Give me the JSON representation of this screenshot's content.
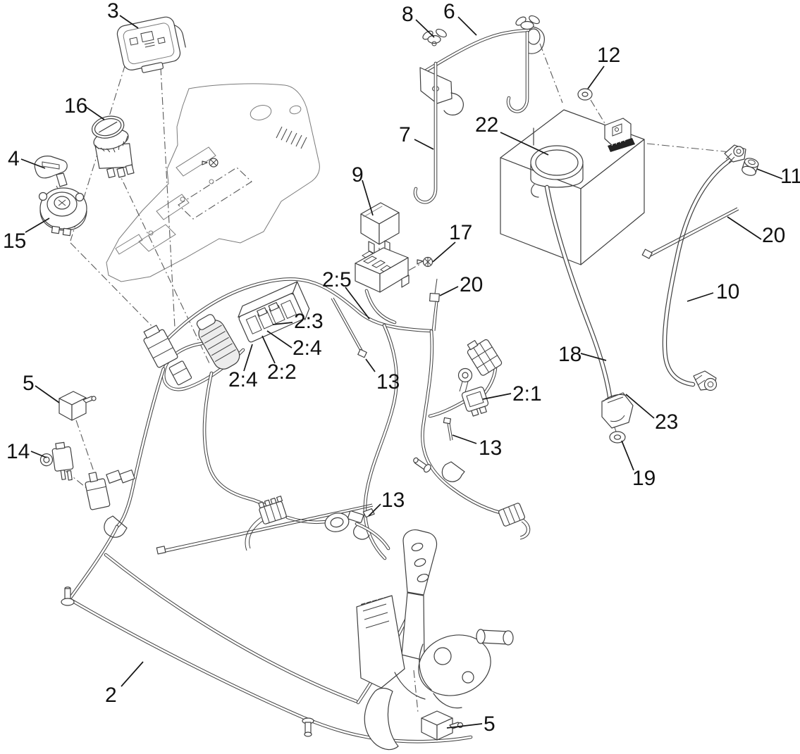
{
  "diagram": {
    "figure_type": "exploded-parts-diagram",
    "subject": "Electrical system: wire harness, battery and switches",
    "colors": {
      "background": "#ffffff",
      "line": "#3f3f3f",
      "label": "#111111"
    },
    "callouts": [
      {
        "ref": "3",
        "part": "control-module"
      },
      {
        "ref": "8",
        "part": "wing-nut"
      },
      {
        "ref": "6",
        "part": "battery-hold-down-bracket"
      },
      {
        "ref": "12",
        "part": "washer"
      },
      {
        "ref": "16",
        "part": "ignition-switch"
      },
      {
        "ref": "4",
        "part": "key"
      },
      {
        "ref": "22",
        "part": "battery-terminal-cover"
      },
      {
        "ref": "7",
        "part": "j-bolt-rod"
      },
      {
        "ref": "11",
        "part": "terminal-bolt"
      },
      {
        "ref": "15",
        "part": "pto-switch"
      },
      {
        "ref": "9",
        "part": "relay"
      },
      {
        "ref": "17",
        "part": "screw"
      },
      {
        "ref": "20",
        "part": "cable-tie-right"
      },
      {
        "ref": "2:5",
        "part": "harness-branch-connector"
      },
      {
        "ref": "20",
        "part": "cable-tie-middle"
      },
      {
        "ref": "10",
        "part": "battery-cable"
      },
      {
        "ref": "2:3",
        "part": "fuse"
      },
      {
        "ref": "2:4",
        "part": "fuse"
      },
      {
        "ref": "18",
        "part": "battery-cable-positive"
      },
      {
        "ref": "2:2",
        "part": "fuse"
      },
      {
        "ref": "2:4",
        "part": "fuse"
      },
      {
        "ref": "5",
        "part": "interlock-switch-left"
      },
      {
        "ref": "13",
        "part": "cable-tie-upper"
      },
      {
        "ref": "2:1",
        "part": "harness-connector"
      },
      {
        "ref": "23",
        "part": "terminal-boot"
      },
      {
        "ref": "14",
        "part": "sensor"
      },
      {
        "ref": "13",
        "part": "cable-tie-middle"
      },
      {
        "ref": "19",
        "part": "washer-small"
      },
      {
        "ref": "13",
        "part": "cable-tie-long"
      },
      {
        "ref": "2",
        "part": "wire-harness"
      },
      {
        "ref": "5",
        "part": "interlock-switch-bottom"
      }
    ]
  }
}
